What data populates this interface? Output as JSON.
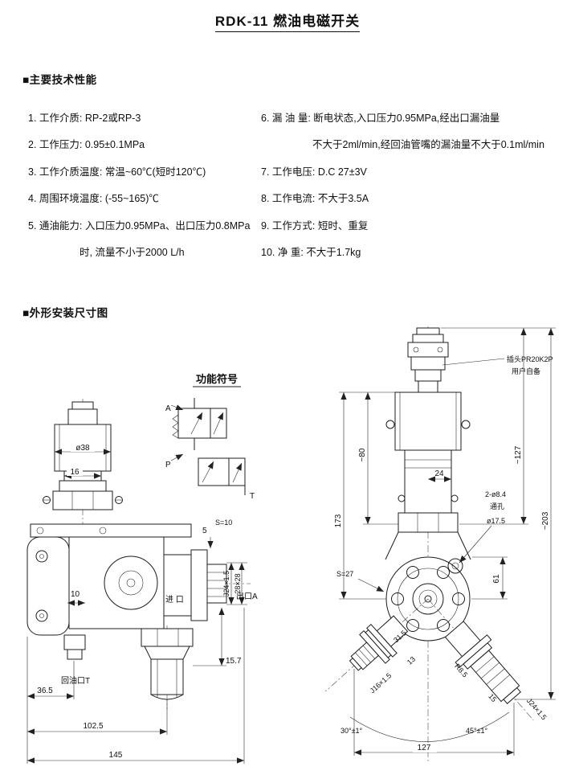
{
  "title": "RDK-11 燃油电磁开关",
  "sections": {
    "specs": "■主要技术性能",
    "dims": "■外形安装尺寸图"
  },
  "specs_left": [
    "1. 工作介质: RP-2或RP-3",
    "2. 工作压力: 0.95±0.1MPa",
    "3. 工作介质温度: 常温~60℃(短时120℃)",
    "4. 周围环境温度: (-55~165)℃",
    "5. 通油能力: 入口压力0.95MPa、出口压力0.8MPa",
    "时, 流量不小于2000 L/h"
  ],
  "specs_right": [
    "6. 漏 油 量: 断电状态,入口压力0.95MPa,经出口漏油量",
    "不大于2ml/min,经回油管嘴的漏油量不大于0.1ml/min",
    "7. 工作电压: D.C 27±3V",
    "8. 工作电流: 不大于3.5A",
    "9. 工作方式: 短时、重复",
    "10. 净  重: 不大于1.7kg"
  ],
  "symbol": {
    "label": "功能符号",
    "port_a": "A",
    "port_p": "P",
    "port_t": "T"
  },
  "left_view": {
    "dia38": "ø38",
    "d16": "16",
    "d10": "10",
    "return_port": "回油口T",
    "d36_5": "36.5",
    "d102_5": "102.5",
    "d145": "145",
    "inlet": "进 口",
    "d5": "5",
    "s10": "S=10",
    "j24": "J24×1.5",
    "d28": "28×28",
    "outlet": "出口A",
    "d15_7": "15.7"
  },
  "right_view": {
    "plug1": "插头PR20K2P",
    "plug2": "用户自备",
    "d80": "~80",
    "d127r": "~127",
    "d24": "24",
    "d173": "173",
    "d203": "~203",
    "holes1": "2-ø8.4",
    "holes2": "通孔",
    "holes3": "ø17.5",
    "d61": "61",
    "s27": "S=27",
    "d31_5": "31.5",
    "d13": "13",
    "j16": "J16×1.5",
    "r8_5": "R8.5",
    "d15": "15",
    "j24b": "J24×1.5",
    "a30": "30°±1°",
    "a45": "45°±1°",
    "d127b": "127"
  }
}
